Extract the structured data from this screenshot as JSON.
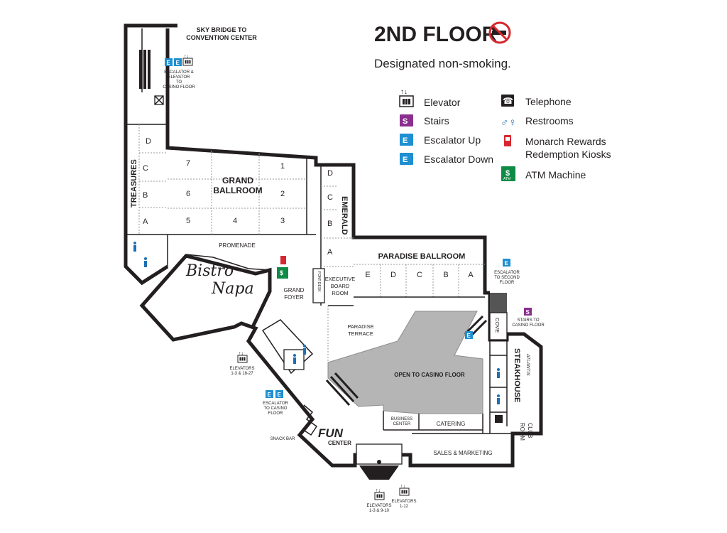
{
  "header": {
    "floor_title": "2ND FLOOR",
    "subtitle": "Designated non-smoking."
  },
  "legend": [
    {
      "key": "elevator",
      "label": "Elevator",
      "icon": "elevator-icon",
      "color": "#231f20"
    },
    {
      "key": "stairs",
      "label": "Stairs",
      "icon": "stairs-icon",
      "color": "#8b2f8f"
    },
    {
      "key": "esc_up",
      "label": "Escalator Up",
      "icon": "escalator-up-icon",
      "color": "#1e8fd1"
    },
    {
      "key": "esc_down",
      "label": "Escalator Down",
      "icon": "escalator-down-icon",
      "color": "#1e8fd1"
    },
    {
      "key": "telephone",
      "label": "Telephone",
      "icon": "telephone-icon",
      "color": "#231f20"
    },
    {
      "key": "restrooms",
      "label": "Restrooms",
      "icon": "restrooms-icon",
      "color": "#1e6fb4"
    },
    {
      "key": "kiosk",
      "label": "Monarch Rewards Redemption Kiosks",
      "label_line1": "Monarch Rewards",
      "label_line2": "Redemption Kiosks",
      "icon": "kiosk-icon",
      "color": "#d7282f"
    },
    {
      "key": "atm",
      "label": "ATM Machine",
      "icon": "atm-icon",
      "color": "#0f8a47"
    }
  ],
  "map": {
    "sky_bridge": [
      "SKY BRIDGE TO",
      "CONVENTION CENTER"
    ],
    "escalator_elevator_casino": [
      "ESCALATOR &",
      "ELEVATOR",
      "TO",
      "CASINO FLOOR"
    ],
    "treasures": "TREASURES",
    "treasures_rooms": [
      "D",
      "C",
      "B",
      "A"
    ],
    "grand_ballroom": [
      "GRAND",
      "BALLROOM"
    ],
    "grand_ballroom_rooms": [
      "7",
      "1",
      "6",
      "2",
      "5",
      "4",
      "3"
    ],
    "emerald": "EMERALD",
    "emerald_rooms": [
      "D",
      "C",
      "B",
      "A"
    ],
    "promenade": "PROMENADE",
    "bistro_napa": [
      "Bistro",
      "Napa"
    ],
    "grand_foyer": [
      "GRAND",
      "FOYER"
    ],
    "atm_label": "ATM",
    "atm_symbol": "$",
    "elevator_symbol": "↑↓",
    "stairs_symbol": "S",
    "escalator_symbol": "E",
    "telephone_symbol": "☎",
    "restroom_symbol": "♂♀",
    "no_smoking_symbol": "⊘",
    "font_desk": "FONT DESK",
    "executive_board_room": [
      "EXECUTIVE",
      "BOARD",
      "ROOM"
    ],
    "paradise_ballroom": "PARADISE BALLROOM",
    "paradise_rooms": [
      "E",
      "D",
      "C",
      "B",
      "A"
    ],
    "paradise_terrace": [
      "PARADISE",
      "TERRACE"
    ],
    "escalator_second_floor": [
      "ESCALATOR",
      "TO SECOND",
      "FLOOR"
    ],
    "stairs_casino": [
      "STAIRS TO",
      "CASINO FLOOR"
    ],
    "cove": "COVE",
    "atlantis": "ATLANTIS",
    "steakhouse": "STEAKHOUSE",
    "open_casino": "OPEN TO CASINO FLOOR",
    "elevators_1_3_18_27": [
      "ELEVATORS",
      "1-3 & 18-27"
    ],
    "escalator_casino_floor": [
      "ESCALATOR",
      "TO CASINO",
      "FLOOR"
    ],
    "snack_bar": "SNACK BAR",
    "fun_center": [
      "FUN",
      "CENTER"
    ],
    "business_center": [
      "BUSINESS",
      "CENTER"
    ],
    "catering": "CATERING",
    "sales_marketing": "SALES & MARKETING",
    "club_room": [
      "CLUB",
      "ROOM"
    ],
    "elevators_1_3_9_10": [
      "ELEVATORS",
      "1-3 & 9-10"
    ],
    "elevators_1_12": [
      "ELEVATORS",
      "1-12"
    ]
  }
}
